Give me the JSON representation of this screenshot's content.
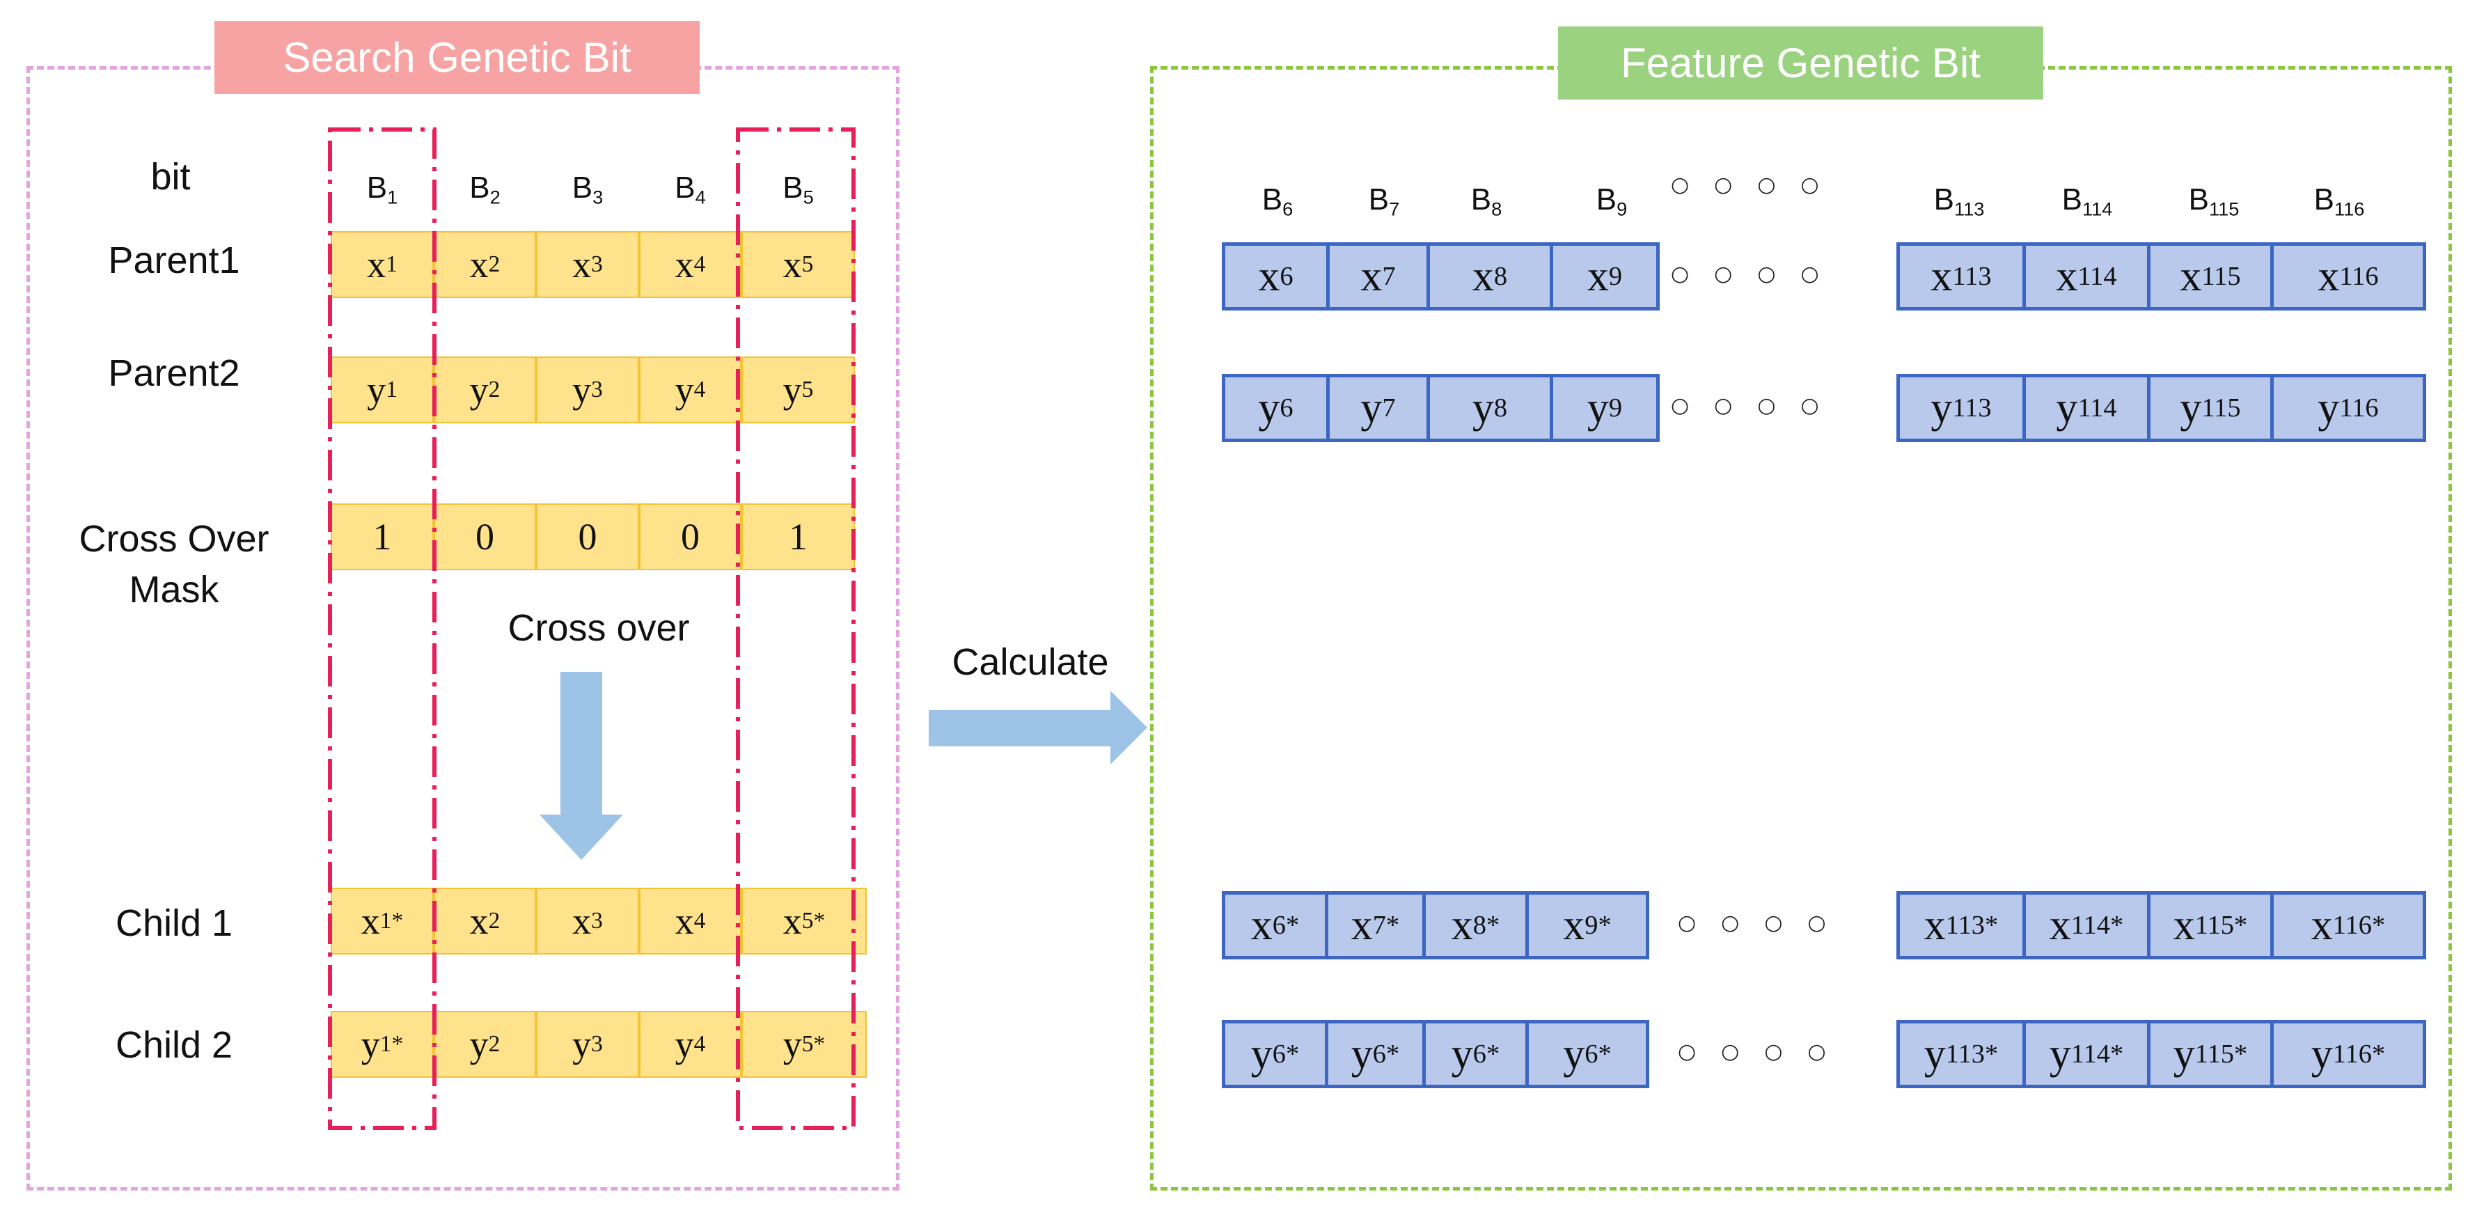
{
  "left_panel": {
    "title": "Search Genetic Bit",
    "bit_label": "bit",
    "headers": [
      {
        "base": "B",
        "sub": "1"
      },
      {
        "base": "B",
        "sub": "2"
      },
      {
        "base": "B",
        "sub": "3"
      },
      {
        "base": "B",
        "sub": "4"
      },
      {
        "base": "B",
        "sub": "5"
      }
    ],
    "rows": [
      {
        "label": "Parent1",
        "cells": [
          {
            "base": "x",
            "sub": "1",
            "sup": ""
          },
          {
            "base": "x",
            "sub": "2",
            "sup": ""
          },
          {
            "base": "x",
            "sub": "3",
            "sup": ""
          },
          {
            "base": "x",
            "sub": "4",
            "sup": ""
          },
          {
            "base": "x",
            "sub": "5",
            "sup": ""
          }
        ]
      },
      {
        "label": "Parent2",
        "cells": [
          {
            "base": "y",
            "sub": "1",
            "sup": ""
          },
          {
            "base": "y",
            "sub": "2",
            "sup": ""
          },
          {
            "base": "y",
            "sub": "3",
            "sup": ""
          },
          {
            "base": "y",
            "sub": "4",
            "sup": ""
          },
          {
            "base": "y",
            "sub": "5",
            "sup": ""
          }
        ]
      },
      {
        "label_lines": [
          "Cross Over",
          "Mask"
        ],
        "cells": [
          {
            "base": "1",
            "sub": "",
            "sup": ""
          },
          {
            "base": "0",
            "sub": "",
            "sup": ""
          },
          {
            "base": "0",
            "sub": "",
            "sup": ""
          },
          {
            "base": "0",
            "sub": "",
            "sup": ""
          },
          {
            "base": "1",
            "sub": "",
            "sup": ""
          }
        ]
      },
      {
        "label": "Child 1",
        "cells": [
          {
            "base": "x",
            "sub": "1",
            "sup": "*"
          },
          {
            "base": "x",
            "sub": "2",
            "sup": ""
          },
          {
            "base": "x",
            "sub": "3",
            "sup": ""
          },
          {
            "base": "x",
            "sub": "4",
            "sup": ""
          },
          {
            "base": "x",
            "sub": "5",
            "sup": "*"
          }
        ]
      },
      {
        "label": "Child 2",
        "cells": [
          {
            "base": "y",
            "sub": "1",
            "sup": "*"
          },
          {
            "base": "y",
            "sub": "2",
            "sup": ""
          },
          {
            "base": "y",
            "sub": "3",
            "sup": ""
          },
          {
            "base": "y",
            "sub": "4",
            "sup": ""
          },
          {
            "base": "y",
            "sub": "5",
            "sup": "*"
          }
        ]
      }
    ],
    "cross_over_label": "Cross over"
  },
  "calculate_label": "Calculate",
  "right_panel": {
    "title": "Feature Genetic Bit",
    "ellipsis": "○○○○",
    "headers_left": [
      {
        "base": "B",
        "sub": "6"
      },
      {
        "base": "B",
        "sub": "7"
      },
      {
        "base": "B",
        "sub": "8"
      },
      {
        "base": "B",
        "sub": "9"
      }
    ],
    "headers_right": [
      {
        "base": "B",
        "sub": "113"
      },
      {
        "base": "B",
        "sub": "114"
      },
      {
        "base": "B",
        "sub": "115"
      },
      {
        "base": "B",
        "sub": "116"
      }
    ],
    "rows": [
      {
        "left": [
          {
            "base": "x",
            "sub": "6",
            "sup": ""
          },
          {
            "base": "x",
            "sub": "7",
            "sup": ""
          },
          {
            "base": "x",
            "sub": "8",
            "sup": ""
          },
          {
            "base": "x",
            "sub": "9",
            "sup": ""
          }
        ],
        "right": [
          {
            "base": "x",
            "sub": "113",
            "sup": ""
          },
          {
            "base": "x",
            "sub": "114",
            "sup": ""
          },
          {
            "base": "x",
            "sub": "115",
            "sup": ""
          },
          {
            "base": "x",
            "sub": "116",
            "sup": ""
          }
        ]
      },
      {
        "left": [
          {
            "base": "y",
            "sub": "6",
            "sup": ""
          },
          {
            "base": "y",
            "sub": "7",
            "sup": ""
          },
          {
            "base": "y",
            "sub": "8",
            "sup": ""
          },
          {
            "base": "y",
            "sub": "9",
            "sup": ""
          }
        ],
        "right": [
          {
            "base": "y",
            "sub": "113",
            "sup": ""
          },
          {
            "base": "y",
            "sub": "114",
            "sup": ""
          },
          {
            "base": "y",
            "sub": "115",
            "sup": ""
          },
          {
            "base": "y",
            "sub": "116",
            "sup": ""
          }
        ]
      },
      {
        "left": [
          {
            "base": "x",
            "sub": "6",
            "sup": "*"
          },
          {
            "base": "x",
            "sub": "7",
            "sup": "*"
          },
          {
            "base": "x",
            "sub": "8",
            "sup": "*"
          },
          {
            "base": "x",
            "sub": "9",
            "sup": "*"
          }
        ],
        "right": [
          {
            "base": "x",
            "sub": "113",
            "sup": "*"
          },
          {
            "base": "x",
            "sub": "114",
            "sup": "*"
          },
          {
            "base": "x",
            "sub": "115",
            "sup": "*"
          },
          {
            "base": "x",
            "sub": "116",
            "sup": "*"
          }
        ]
      },
      {
        "left": [
          {
            "base": "y",
            "sub": "6",
            "sup": "*"
          },
          {
            "base": "y",
            "sub": "6",
            "sup": "*"
          },
          {
            "base": "y",
            "sub": "6",
            "sup": "*"
          },
          {
            "base": "y",
            "sub": "6",
            "sup": "*"
          }
        ],
        "right": [
          {
            "base": "y",
            "sub": "113",
            "sup": "*"
          },
          {
            "base": "y",
            "sub": "114",
            "sup": "*"
          },
          {
            "base": "y",
            "sub": "115",
            "sup": "*"
          },
          {
            "base": "y",
            "sub": "116",
            "sup": "*"
          }
        ]
      }
    ]
  },
  "colors": {
    "left_frame": "#e3a4de",
    "left_banner": "#f7a3a3",
    "right_frame": "#8cc63f",
    "right_banner": "#9bd27f",
    "yellow_cell": "#ffe38c",
    "blue_cell": "#b8c9ec",
    "blue_border": "#3d66c2",
    "highlight": "#e8205a",
    "arrow": "#9dc3e6"
  }
}
